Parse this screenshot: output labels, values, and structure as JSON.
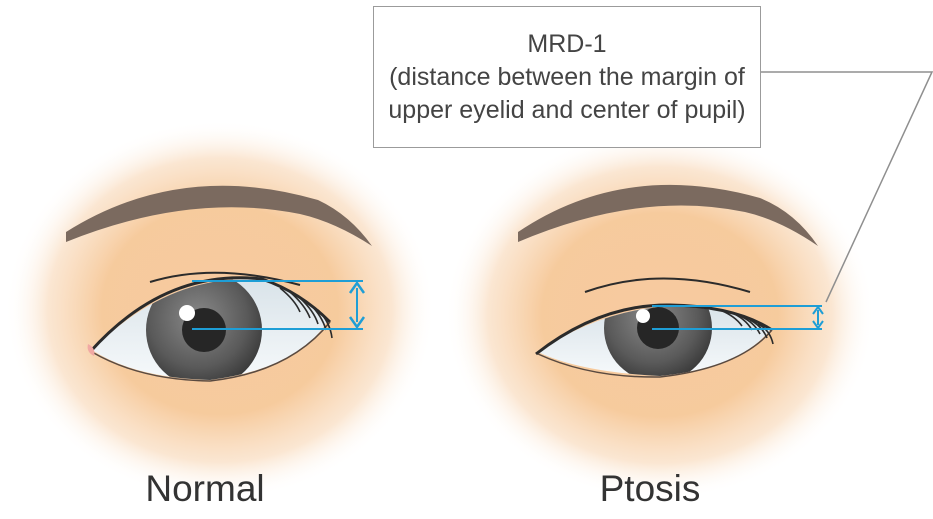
{
  "callout": {
    "title": "MRD-1",
    "line2": "(distance between the margin of",
    "line3": "upper eyelid and center of pupil)"
  },
  "captions": {
    "normal": "Normal",
    "ptosis": "Ptosis"
  },
  "colors": {
    "skin_glow": "#f5c38e",
    "brow": "#7b6a5f",
    "iris": "#5b5b5b",
    "pupil": "#222222",
    "measure_line": "#1e9ed6",
    "eye_white": "#eef3f6",
    "callout_border": "#9b9b9b"
  }
}
